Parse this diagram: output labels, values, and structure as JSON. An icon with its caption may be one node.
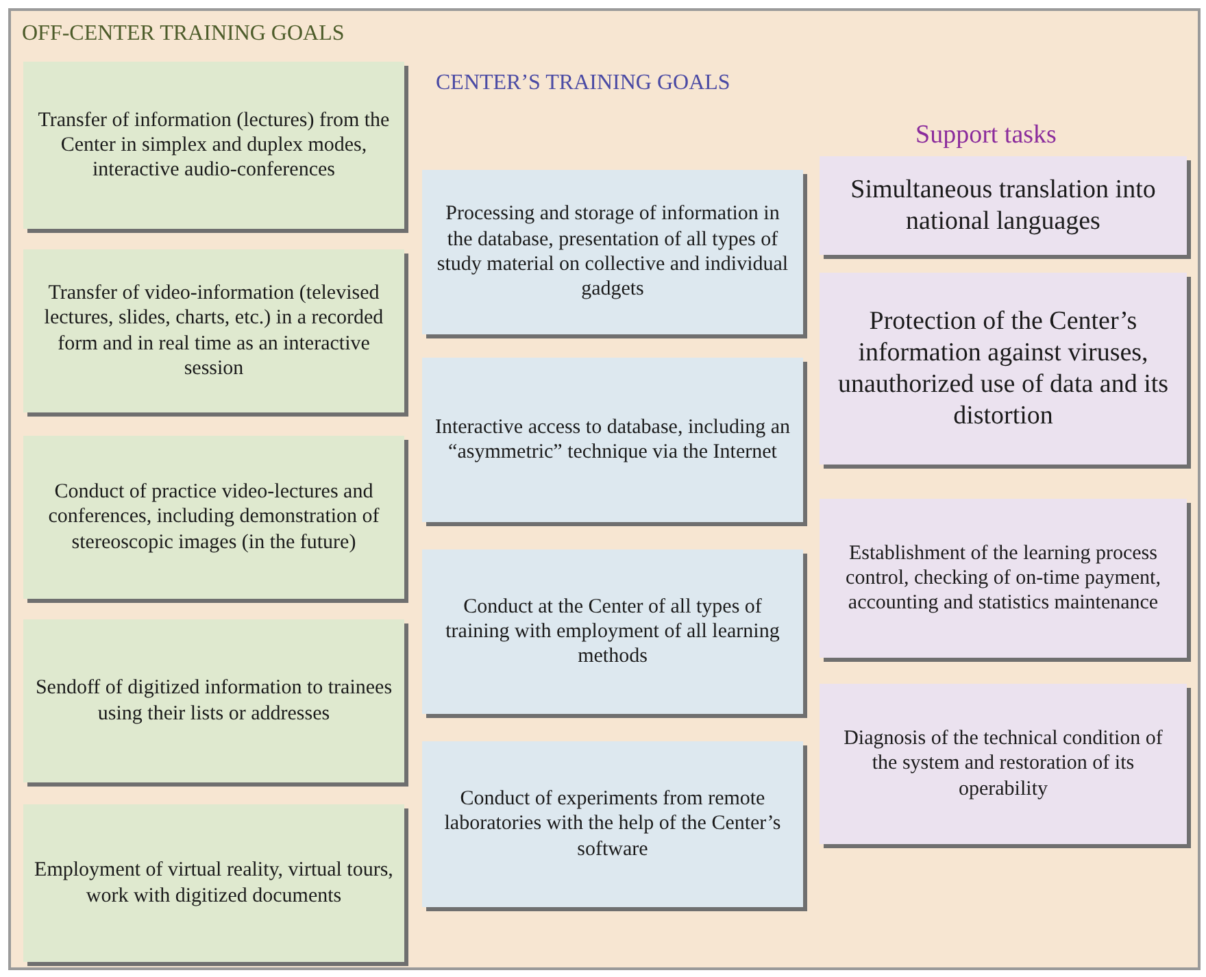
{
  "diagram": {
    "nodes": [
      {
        "text": [
          "Transfer of information (lectures) from the Center in simplex and duplex modes, interactive audio-conferences"
        ]
      },
      {
        "text": [
          "Transfer of video-information (televised lectures, slides, charts, etc.) in a recorded form and in real time as an interactive session"
        ]
      },
      {
        "text": [
          "Conduct of practice video-lectures and conferences, including demonstration of stereoscopic images (in the future)"
        ]
      },
      {
        "text": [
          "Sendoff of digitized information to trainees using their lists or addresses"
        ]
      },
      {
        "text": [
          "Employment of virtual reality, virtual tours, work with digitized documents"
        ]
      },
      {
        "text": [
          "Processing and storage of information in the database, presentation of all types of study material on collective and individual gadgets"
        ]
      },
      {
        "text": [
          "Interactive access to database, including an “asymmetric” technique via the Internet"
        ]
      },
      {
        "text": [
          "Conduct at the Center of all types of training with employment of all learning methods"
        ]
      },
      {
        "text": [
          "Conduct of experiments from remote laboratories with the help of the Center’s software"
        ]
      },
      {
        "text": [
          "Simultaneous translation into national languages"
        ]
      },
      {
        "text": [
          "Protection of the Center’s information against viruses, unauthorized use of data and its distortion"
        ]
      },
      {
        "text": [
          "Establishment of the learning process control, checking of on-time payment, accounting and statistics maintenance"
        ]
      },
      {
        "text": [
          "Diagnosis of the technical condition of the system and restoration of its operability"
        ]
      }
    ],
    "labels": [
      "OFF-CENTER TRAINING GOALS",
      "CENTER’S TRAINING GOALS",
      "Support tasks"
    ]
  }
}
